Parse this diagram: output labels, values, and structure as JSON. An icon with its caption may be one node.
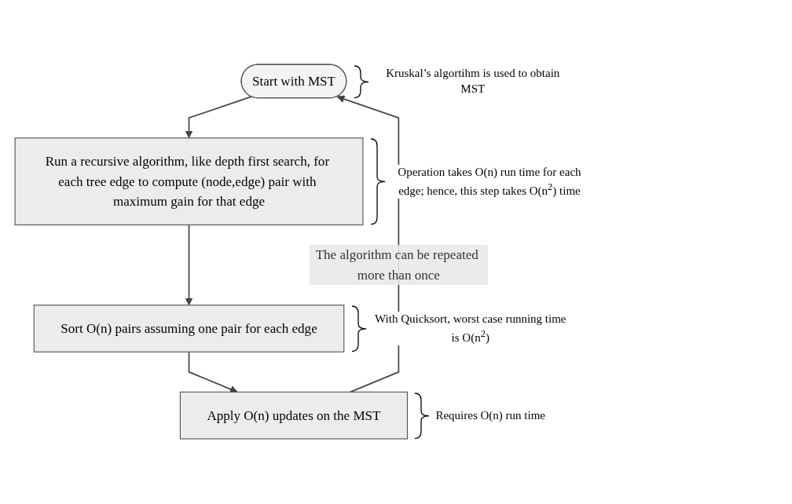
{
  "diagram": {
    "nodes": [
      {
        "text": [
          "Start with MST"
        ],
        "beside": [
          "Kruskal’s algortihm is used to obtain MST"
        ]
      },
      {
        "text": [
          "Run a recursive algorithm, like depth first search, for each tree edge to compute (node,edge) pair with maximum gain for that edge"
        ],
        "beside": [
          "Operation takes O(n) run time for each edge; hence, this step takes O(n$^{2}$) time"
        ]
      },
      {
        "text": [
          "Sort  O(n) pairs assuming one pair for each edge"
        ],
        "beside": [
          "With Quicksort, worst case running time is O(n$^{2}$)"
        ]
      },
      {
        "text": [
          "Apply O(n) updates on the MST"
        ],
        "beside": [
          "Requires O(n) run time"
        ]
      }
    ],
    "edges": [
      {
        "from": 0,
        "to": 1,
        "arrow": "to"
      },
      {
        "from": 1,
        "to": 2,
        "arrow": "to"
      },
      {
        "from": 2,
        "to": 3,
        "arrow": "to"
      },
      {
        "from": 3,
        "to": 0,
        "arrow": "to",
        "label": "The algorithm can be repeated more than once"
      }
    ]
  }
}
